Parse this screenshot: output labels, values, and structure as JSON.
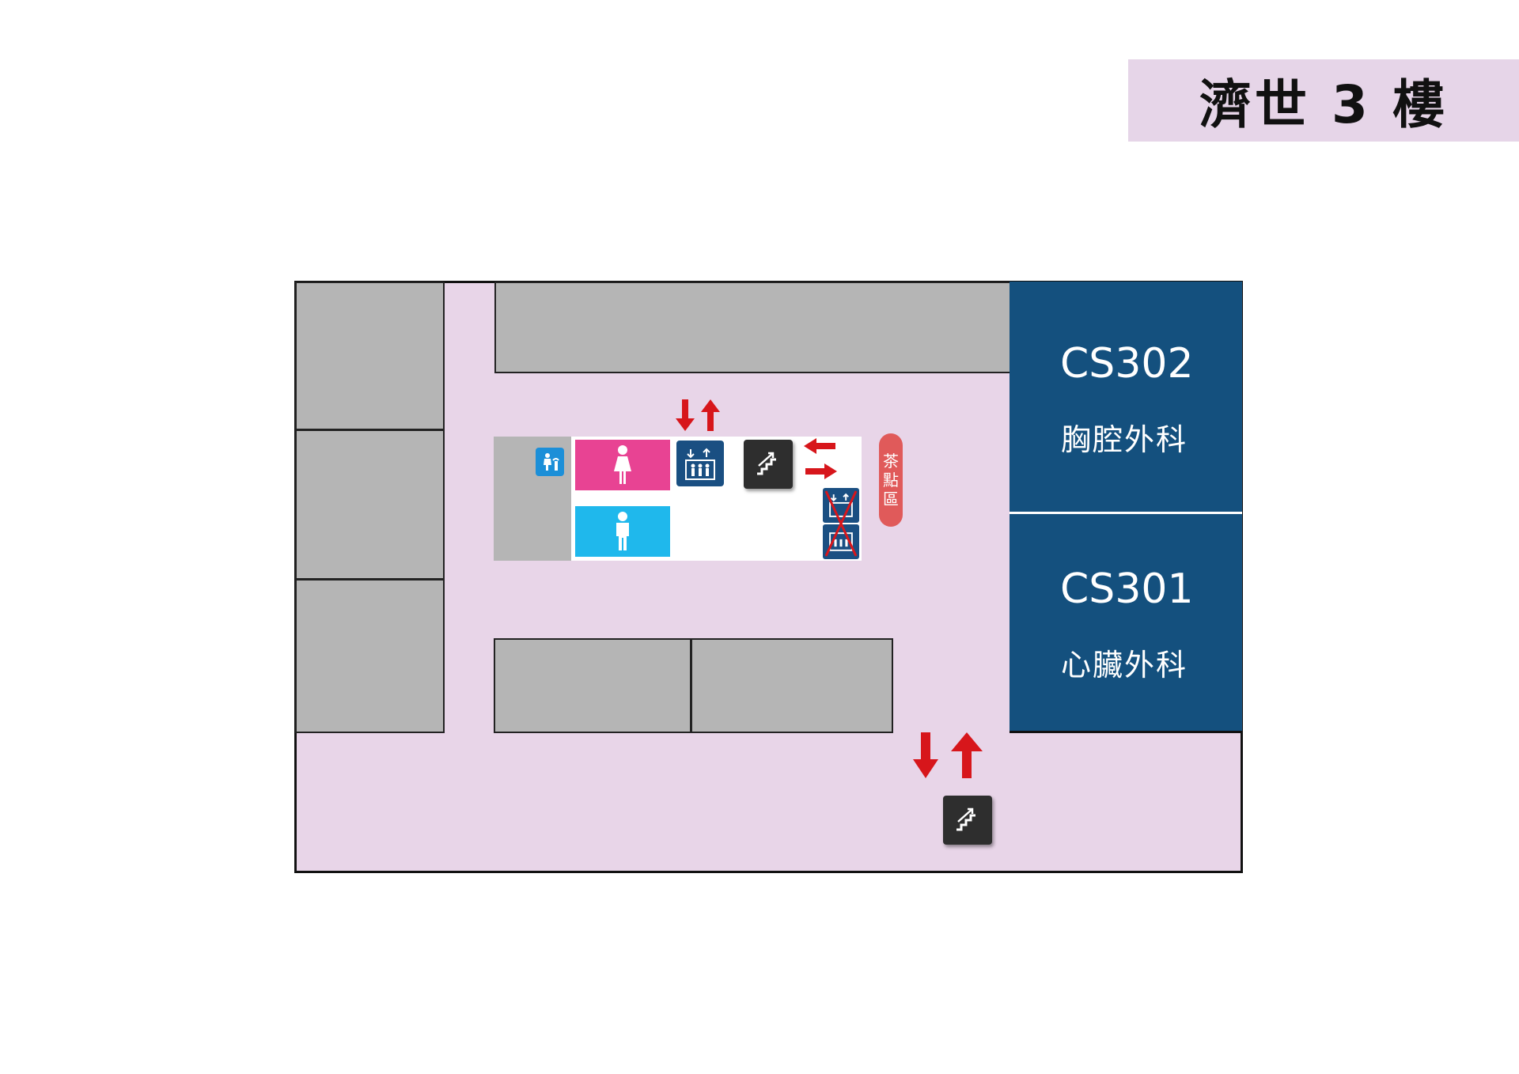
{
  "header": {
    "title": "濟世 3 樓"
  },
  "colors": {
    "banner": "#e6d5e8",
    "corridor": "#e8d5e8",
    "room_gray": "#b5b5b5",
    "dept_blue": "#14507e",
    "female": "#e84393",
    "male": "#1fb8ec",
    "elevator": "#1a4f82",
    "stairs": "#2e2e2e",
    "arrow_red": "#d7161b",
    "tea": "#e05a5a",
    "water": "#1c8fd8"
  },
  "departments": [
    {
      "code": "CS302",
      "name": "胸腔外科"
    },
    {
      "code": "CS301",
      "name": "心臟外科"
    }
  ],
  "facilities": {
    "tea_area": [
      "茶",
      "點",
      "區"
    ],
    "icons": [
      "water-fountain-icon",
      "female-restroom-icon",
      "male-restroom-icon",
      "elevator-icon",
      "stairs-icon",
      "out-of-service-elevator-icon"
    ]
  }
}
